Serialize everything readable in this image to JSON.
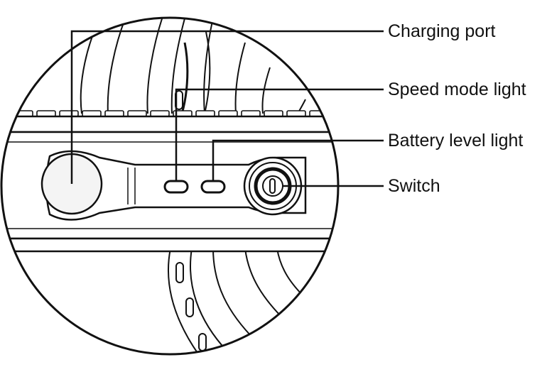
{
  "labels": {
    "charging_port": "Charging port",
    "speed_mode_light": "Speed mode light",
    "battery_level_light": "Battery level light",
    "switch": "Switch"
  },
  "colors": {
    "line": "#111111",
    "background": "#ffffff",
    "hub_fill": "#f4f4f4"
  }
}
